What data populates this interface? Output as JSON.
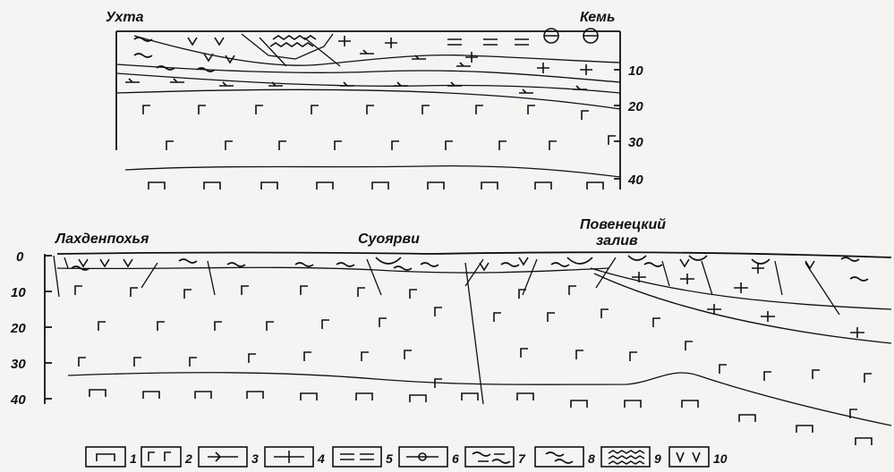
{
  "top_profile": {
    "places": {
      "left": "Ухта",
      "right": "Кемь"
    },
    "depth_ticks": [
      "10",
      "20",
      "30",
      "40"
    ]
  },
  "bottom_profile": {
    "places": {
      "left": "Лахденпохья",
      "middle": "Суоярви",
      "right_line1": "Повенецкий",
      "right_line2": "залив"
    },
    "depth_ticks": [
      "0",
      "10",
      "20",
      "30",
      "40"
    ]
  },
  "legend": [
    {
      "num": "1",
      "symbol": "basalt-bracket"
    },
    {
      "num": "2",
      "symbol": "granulite-gamma"
    },
    {
      "num": "3",
      "symbol": "tick-line"
    },
    {
      "num": "4",
      "symbol": "cross-line"
    },
    {
      "num": "5",
      "symbol": "double-dash"
    },
    {
      "num": "6",
      "symbol": "circle-line"
    },
    {
      "num": "7",
      "symbol": "wavy-ticks"
    },
    {
      "num": "8",
      "symbol": "tilde"
    },
    {
      "num": "9",
      "symbol": "zigzag"
    },
    {
      "num": "10",
      "symbol": "v-marks"
    }
  ]
}
